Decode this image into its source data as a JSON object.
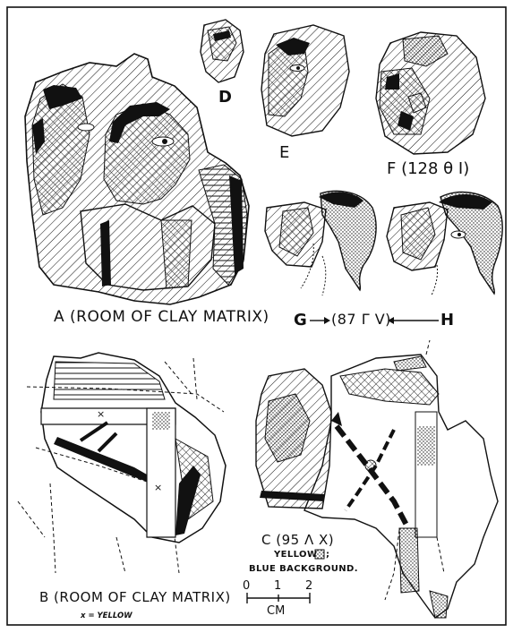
{
  "plate": {
    "labels": {
      "d": "D",
      "e": "E",
      "f": "F (128 θ I)",
      "a": "A (ROOM OF CLAY MATRIX)",
      "gh_g": "G",
      "gh_mid": "(87 Γ V)",
      "gh_h": "H",
      "b": "B (ROOM OF CLAY MATRIX)",
      "b_key": "x = YELLOW",
      "c": "C (95 Λ X)",
      "c_key1": "YELLOW",
      "c_key1b": ";",
      "c_key2": "BLUE BACKGROUND.",
      "scale_0": "0",
      "scale_1": "1",
      "scale_2": "2",
      "scale_unit": "CM"
    },
    "fragment_names": [
      "A",
      "B",
      "C",
      "D",
      "E",
      "F",
      "G",
      "H"
    ]
  }
}
